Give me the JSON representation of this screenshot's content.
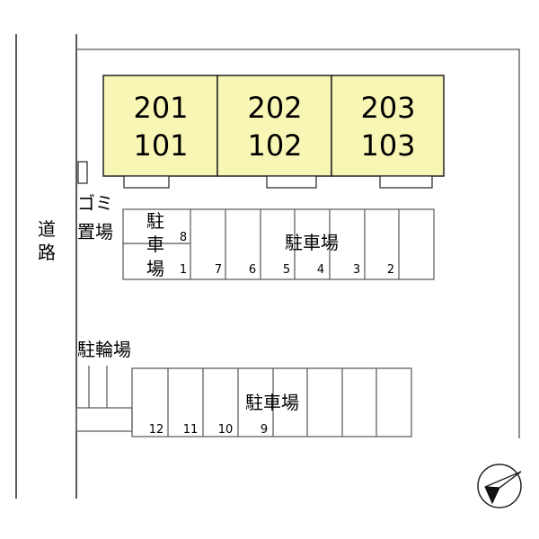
{
  "road": {
    "label_chars": [
      "道",
      "路"
    ]
  },
  "building": {
    "units": [
      {
        "upper": "201",
        "lower": "101"
      },
      {
        "upper": "202",
        "lower": "102"
      },
      {
        "upper": "203",
        "lower": "103"
      }
    ],
    "fill": "#f8f6b4"
  },
  "garbage": {
    "label_line1": "ゴミ",
    "label_line2": "置場"
  },
  "parking_upper": {
    "side_label_chars": [
      "駐",
      "車",
      "場"
    ],
    "label": "駐車場",
    "numbers": [
      "8",
      "1",
      "7",
      "6",
      "5",
      "4",
      "3",
      "2"
    ]
  },
  "bicycle": {
    "label": "駐輪場"
  },
  "parking_lower": {
    "label": "駐車場",
    "numbers": [
      "12",
      "11",
      "10",
      "9"
    ]
  }
}
